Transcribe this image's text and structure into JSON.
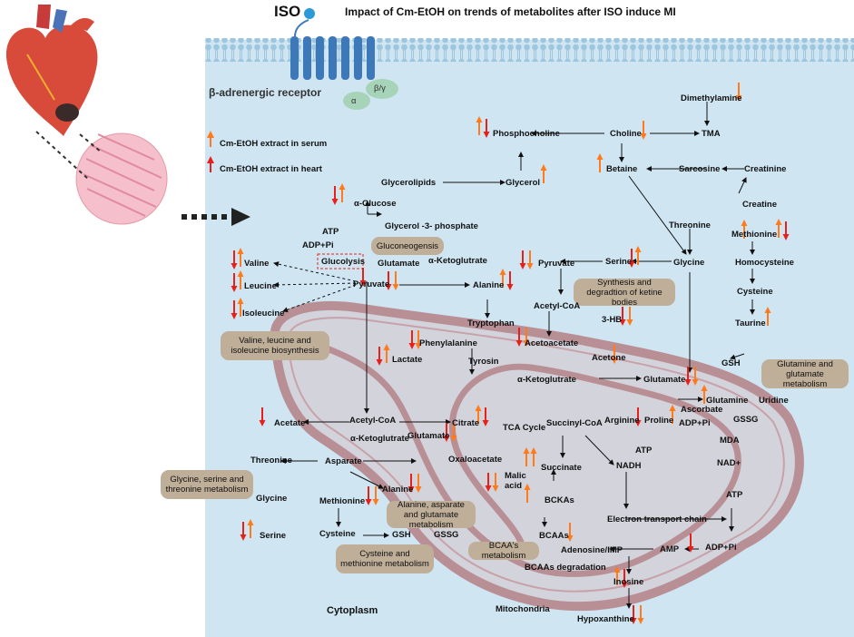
{
  "title": "Impact of Cm-EtOH on trends of metabolites after ISO induce MI",
  "iso_label": "ISO",
  "receptor_label": "β-adrenergic receptor",
  "alpha_label": "α",
  "betagamma_label": "β/γ",
  "legend": {
    "serum": "Cm-EtOH extract in serum",
    "heart": "Cm-EtOH extract in heart"
  },
  "region_labels": {
    "cytoplasm": "Cytoplasm",
    "mitochondria": "Mitochondria"
  },
  "pathways": [
    "Gluconeogensis",
    "Synthesis and degradtion of ketine bodies",
    "Valine, leucine and isoleucine biosynthesis",
    "Glutamine and glutamate metabolism",
    "Glycine, serine and threonine metabolism",
    "Alanine, asparate and glutamate metabolism",
    "Cysteine and methionine metabolism",
    "BCAA's metabolism"
  ],
  "glycolysis_label": "Glucolysis",
  "metabolites": {
    "alpha_glucose": "α-Glucose",
    "atp1": "ATP",
    "adp1": "ADP+Pi",
    "glycerol3p": "Glycerol -3- phosphate",
    "glycerolipids": "Glycerolipids",
    "glycerol": "Glycerol",
    "phosphocholine": "Phosphocholine",
    "choline": "Choline",
    "tma": "TMA",
    "dimethylamine": "Dimethylamine",
    "betaine": "Betaine",
    "sarcosine": "Sarcosine",
    "creatinine": "Creatinine",
    "creatine": "Creatine",
    "threonine1": "Threonine",
    "glycine1": "Glycine",
    "methionine1": "Methionine",
    "homocysteine": "Homocysteine",
    "cysteine1": "Cysteine",
    "taurine": "Taurine",
    "gsh1": "GSH",
    "glutamine": "Glutamine",
    "uridine": "Uridine",
    "valine": "Valine",
    "leucine": "Leucine",
    "isoleucine": "Isoleucine",
    "glutamate1": "Glutamate",
    "akg1": "α-Ketoglutrate",
    "pyruvate1": "Pyruvate",
    "alanine1": "Alanine",
    "serine1": "Serine",
    "pyruvate2": "Pyruvate",
    "acetylcoa1": "Acetyl-CoA",
    "hb3": "3-HB",
    "acetoacetate": "Acetoacetate",
    "acetone": "Acetone",
    "tryptophan": "Tryptophan",
    "phenylalanine": "Phenylalanine",
    "tyrosin": "Tyrosin",
    "lactate": "Lactate",
    "akg2": "α-Ketoglutrate",
    "glutamate2": "Glutamate",
    "arginine": "Arginine",
    "proline": "Proline",
    "ascorbate": "Ascorbate",
    "adp2": "ADP+Pi",
    "mda": "MDA",
    "gssg1": "GSSG",
    "acetate": "Acetate",
    "acetylcoa2": "Acetyl-CoA",
    "citrate": "Citrate",
    "tca": "TCA Cycle",
    "succinylcoa": "Succinyl-CoA",
    "akg3": "α-Ketoglutrate",
    "glutamate3": "Glutamate",
    "oxaloacetate": "Oxaloacetate",
    "succinate": "Succinate",
    "malic": "Malic\nacid",
    "nadh": "NADH",
    "atp2": "ATP",
    "nad": "NAD+",
    "threonine2": "Threonine",
    "asparate": "Asparate",
    "glycine2": "Glycine",
    "serine2": "Serine",
    "methionine2": "Methionine",
    "alanine2": "Alanine",
    "cysteine2": "Cysteine",
    "gsh2": "GSH",
    "gssg2": "GSSG",
    "bckas": "BCKAs",
    "bcaas": "BCAAs",
    "etc": "Electron transport chain",
    "atp3": "ATP",
    "adp3": "ADP+Pi",
    "amp": "AMP",
    "adenosine": "Adenosine/IMP",
    "bcaa_deg": "BCAAs degradation",
    "inosine": "Inosine",
    "hypoxanthine": "Hypoxanthine"
  },
  "colors": {
    "cell": "#cfe6f2",
    "membrane": "#b9d7e8",
    "receptor": "#3d78b8",
    "gprotein": "#a7d4b8",
    "mito_outer": "#b98f96",
    "mito_inner": "#d3d3dc",
    "pill": "#bfae98",
    "serum_arrow": "#ff7a1a",
    "heart_arrow": "#e8201a"
  },
  "icons": [
    "heart-icon",
    "tissue-histology-icon",
    "iso-ligand-icon"
  ]
}
